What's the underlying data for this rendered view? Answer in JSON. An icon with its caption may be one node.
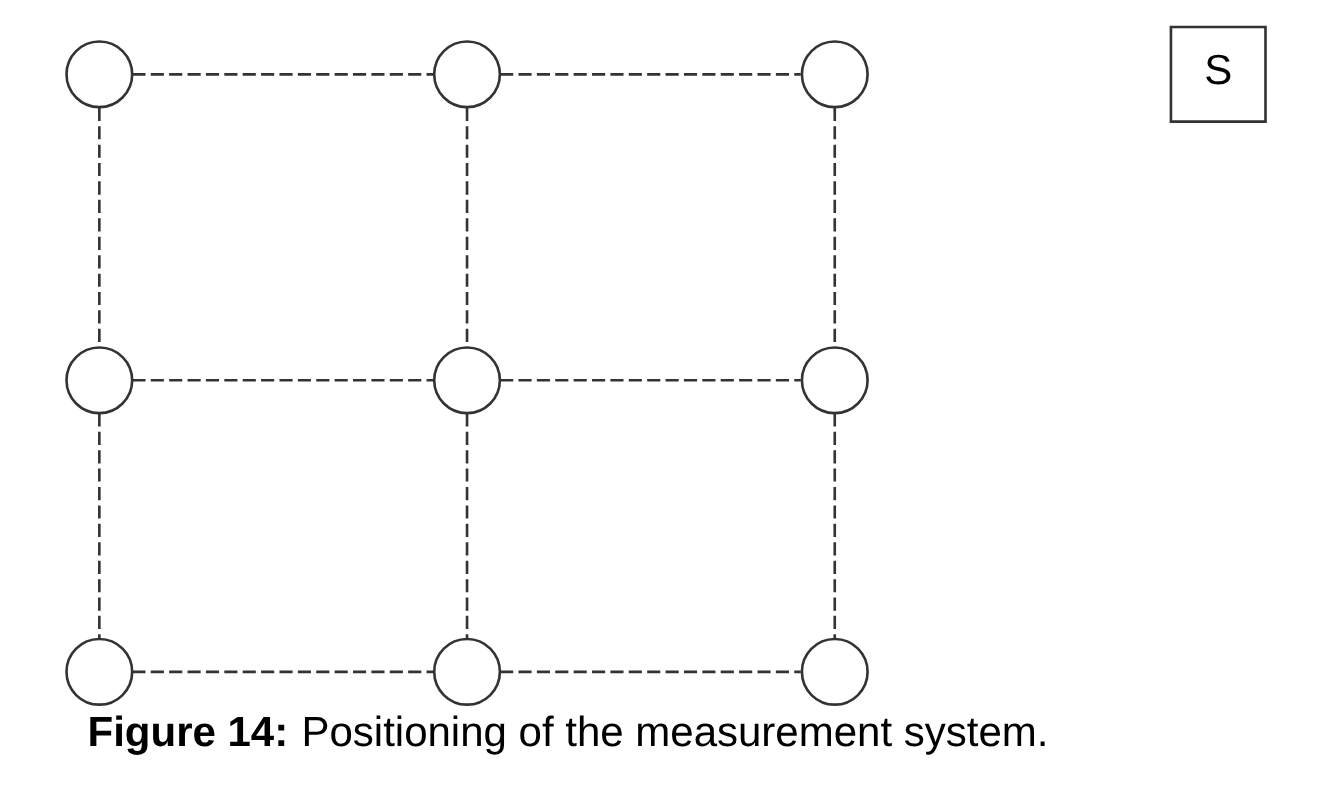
{
  "diagram": {
    "caption": "**Figure 14:** Positioning of the measurement system.",
    "nodes": [
      {
        "text": [],
        "shape": "circle"
      },
      {
        "text": [],
        "shape": "circle"
      },
      {
        "text": [],
        "shape": "circle"
      },
      {
        "text": [],
        "shape": "circle"
      },
      {
        "text": [],
        "shape": "circle"
      },
      {
        "text": [],
        "shape": "circle"
      },
      {
        "text": [],
        "shape": "circle"
      },
      {
        "text": [],
        "shape": "circle"
      },
      {
        "text": [],
        "shape": "circle"
      },
      {
        "text": [
          "S"
        ]
      }
    ],
    "edges": [
      {
        "from": 0,
        "to": 1,
        "arrow": "none",
        "style": "dashed"
      },
      {
        "from": 1,
        "to": 2,
        "arrow": "none",
        "style": "dashed"
      },
      {
        "from": 3,
        "to": 4,
        "arrow": "none",
        "style": "dashed"
      },
      {
        "from": 4,
        "to": 5,
        "arrow": "none",
        "style": "dashed"
      },
      {
        "from": 6,
        "to": 7,
        "arrow": "none",
        "style": "dashed"
      },
      {
        "from": 7,
        "to": 8,
        "arrow": "none",
        "style": "dashed"
      },
      {
        "from": 0,
        "to": 3,
        "arrow": "none",
        "style": "dashed"
      },
      {
        "from": 3,
        "to": 6,
        "arrow": "none",
        "style": "dashed"
      },
      {
        "from": 1,
        "to": 4,
        "arrow": "none",
        "style": "dashed"
      },
      {
        "from": 4,
        "to": 7,
        "arrow": "none",
        "style": "dashed"
      },
      {
        "from": 2,
        "to": 5,
        "arrow": "none",
        "style": "dashed"
      },
      {
        "from": 5,
        "to": 8,
        "arrow": "none",
        "style": "dashed"
      }
    ]
  }
}
